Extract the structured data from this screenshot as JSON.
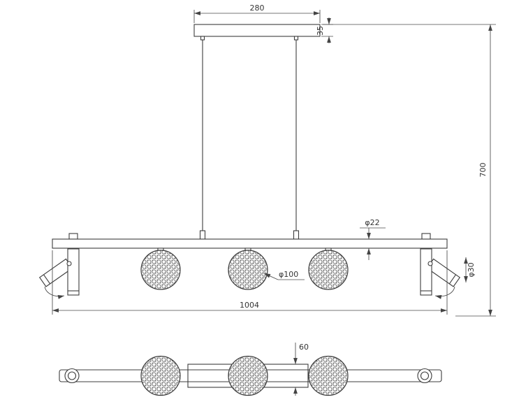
{
  "drawing": {
    "labels": {
      "canopy_width": "280",
      "canopy_thickness": "35",
      "overall_height": "700",
      "bar_thickness": "φ22",
      "globe_diameter": "φ100",
      "spot_diameter": "φ30",
      "bar_length": "1004",
      "canopy_depth_plan": "60"
    },
    "colors": {
      "line": "#3c3c3c",
      "dim": "#4a4a4a",
      "background": "#ffffff"
    }
  }
}
